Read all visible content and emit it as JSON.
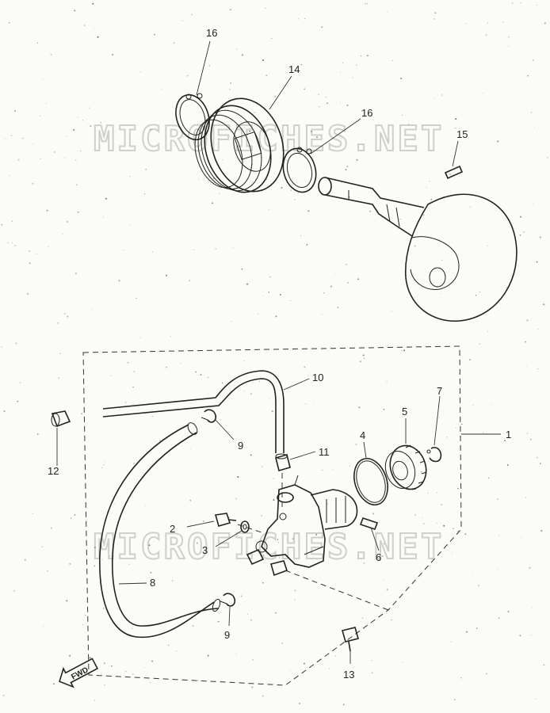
{
  "watermark": "MICROFICHES.NET",
  "callouts": {
    "c1": "1",
    "c2": "2",
    "c3": "3",
    "c4": "4",
    "c5": "5",
    "c6": "6",
    "c7": "7",
    "c8": "8",
    "c9a": "9",
    "c9b": "9",
    "c10": "10",
    "c11": "11",
    "c12": "12",
    "c13": "13",
    "c14": "14",
    "c15": "15",
    "c16a": "16",
    "c16b": "16"
  },
  "fwd_label": "FWD"
}
